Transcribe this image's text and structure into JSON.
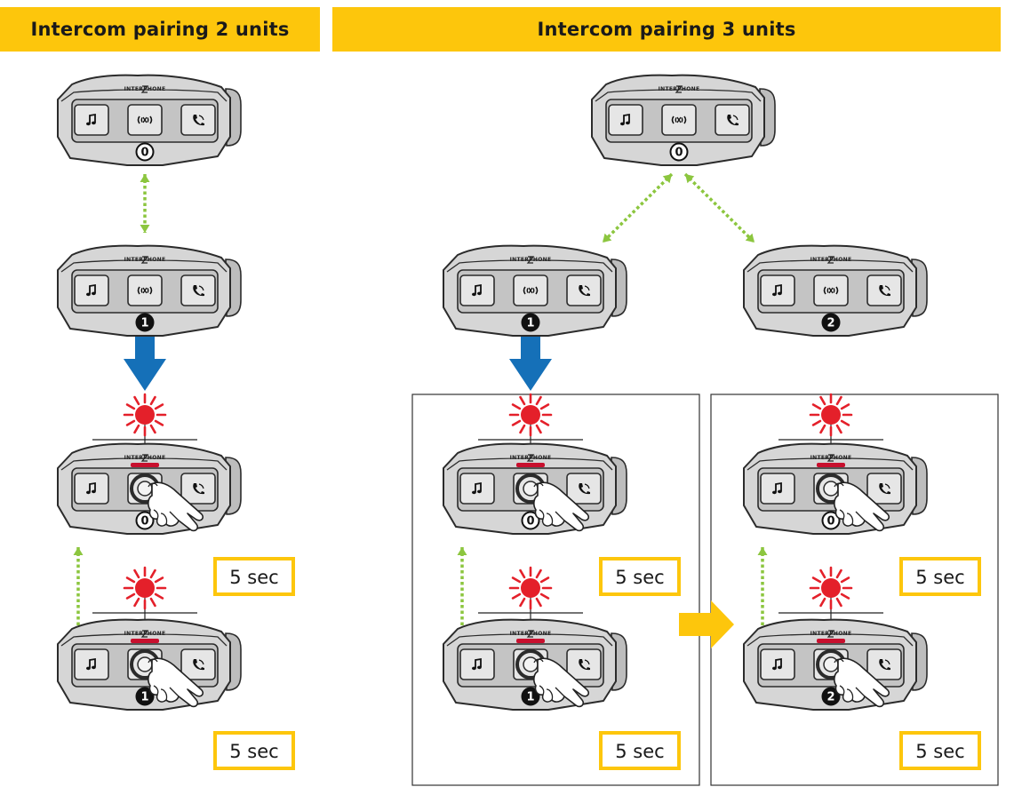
{
  "banners": {
    "two_units": "Intercom pairing 2 units",
    "three_units": "Intercom pairing 3 units"
  },
  "brand": "INTERPHONE",
  "unit_ids": [
    "0",
    "1",
    "2"
  ],
  "hold_label": "5 sec",
  "icons": {
    "music": "music-note-icon",
    "intercom": "intercom-icon",
    "phone": "phone-icon",
    "led": "red-blinking-led-icon",
    "hand": "pointing-hand-icon",
    "link": "dotted-pairing-arrow",
    "down": "blue-down-arrow",
    "next": "yellow-right-arrow"
  },
  "colors": {
    "banner": "#fdc60c",
    "led": "#e4202a",
    "link": "#8cc63f",
    "down_arrow": "#1570b8",
    "next_arrow": "#fdc60c",
    "device_body": "#d6d6d6",
    "device_outline": "#2b2b2b",
    "led_strip": "#c8102e"
  }
}
